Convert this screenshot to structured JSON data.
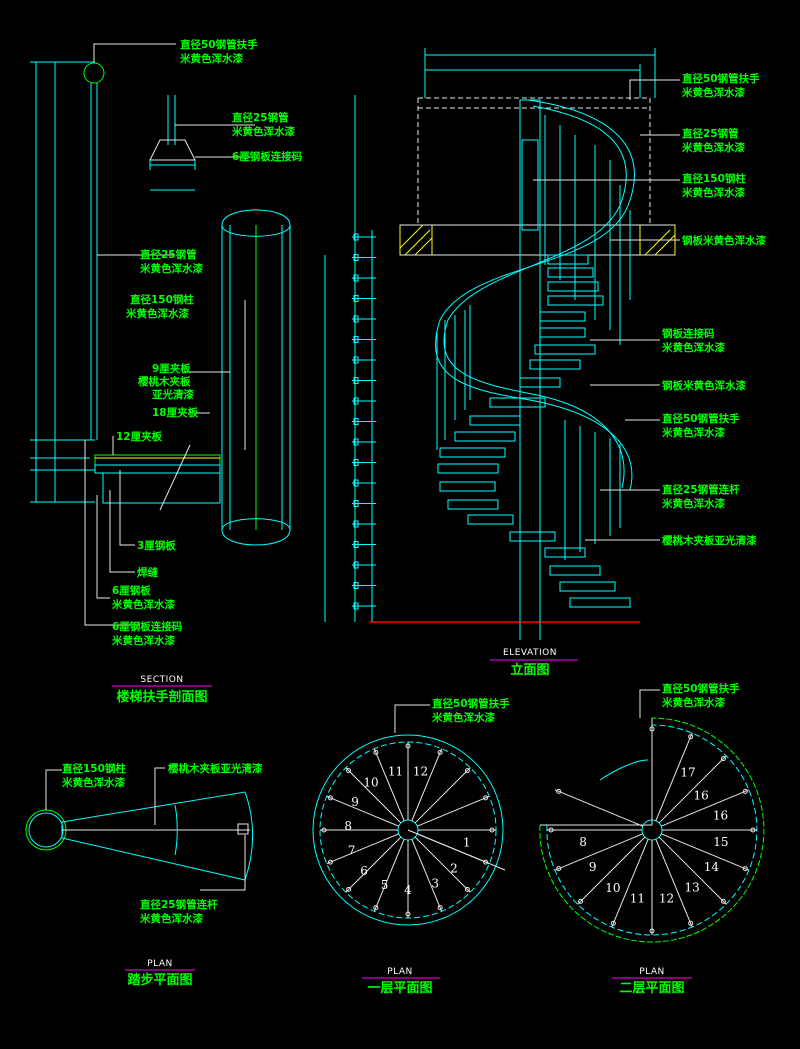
{
  "colors": {
    "background": "#000000",
    "annotation": "#00ff00",
    "outline": "#00ffff",
    "pipe": "#00ff00",
    "hatch": "#ffff00",
    "underline": "#ff00ff",
    "ground": "#ff0000"
  },
  "section": {
    "title": "楼梯扶手剖面图",
    "subtitle": "SECTION",
    "notes": {
      "handrail": [
        "直径50钢管扶手",
        "米黄色浑水漆"
      ],
      "pipe25_top": [
        "直径25钢管",
        "米黄色浑水漆"
      ],
      "plate_top": "6厘钢板连接码",
      "pipe25_mid": [
        "直径25钢管",
        "米黄色浑水漆"
      ],
      "column150": [
        "直径150钢柱",
        "米黄色浑水漆"
      ],
      "plywood9": [
        "9厘夹板",
        "樱桃木夹板",
        "亚光清漆"
      ],
      "plywood18": "18厘夹板",
      "plywood12": "12厘夹板",
      "steel3": "3厘钢板",
      "weld": "焊缝",
      "steel6": [
        "6厘钢板",
        "米黄色浑水漆"
      ],
      "connector6": [
        "6厘钢板连接码",
        "米黄色浑水漆"
      ]
    }
  },
  "elevation": {
    "title": "立面图",
    "subtitle": "ELEVATION",
    "notes": {
      "handrail50": [
        "直径50钢管扶手",
        "米黄色浑水漆"
      ],
      "pipe25": [
        "直径25钢管",
        "米黄色浑水漆"
      ],
      "column150": [
        "直径150钢柱",
        "米黄色浑水漆"
      ],
      "steel_plate": "钢板米黄色浑水漆",
      "plate_connector": [
        "钢板连接码",
        "米黄色浑水漆"
      ],
      "steel_plate2": "钢板米黄色浑水漆",
      "handrail50b": [
        "直径50钢管扶手",
        "米黄色浑水漆"
      ],
      "pipe25_rail": [
        "直径25钢管连杆",
        "米黄色浑水漆"
      ],
      "cherry": "樱桃木夹板亚光清漆"
    }
  },
  "tread_plan": {
    "title": "踏步平面图",
    "subtitle": "PLAN",
    "notes": {
      "column150": [
        "直径150钢柱",
        "米黄色浑水漆"
      ],
      "cherry": "樱桃木夹板亚光清漆",
      "pipe25": [
        "直径25钢管连杆",
        "米黄色浑水漆"
      ]
    }
  },
  "floor1_plan": {
    "title": "一层平面图",
    "subtitle": "PLAN",
    "notes": {
      "handrail50": [
        "直径50钢管扶手",
        "米黄色浑水漆"
      ]
    },
    "step_numbers": [
      "1",
      "2",
      "3",
      "4",
      "5",
      "6",
      "7",
      "8",
      "9",
      "10",
      "11",
      "12"
    ]
  },
  "floor2_plan": {
    "title": "二层平面图",
    "subtitle": "PLAN",
    "notes": {
      "handrail50": [
        "直径50钢管扶手",
        "米黄色浑水漆"
      ]
    },
    "step_numbers": [
      "8",
      "9",
      "10",
      "11",
      "12",
      "13",
      "14",
      "15",
      "16",
      "17"
    ]
  }
}
